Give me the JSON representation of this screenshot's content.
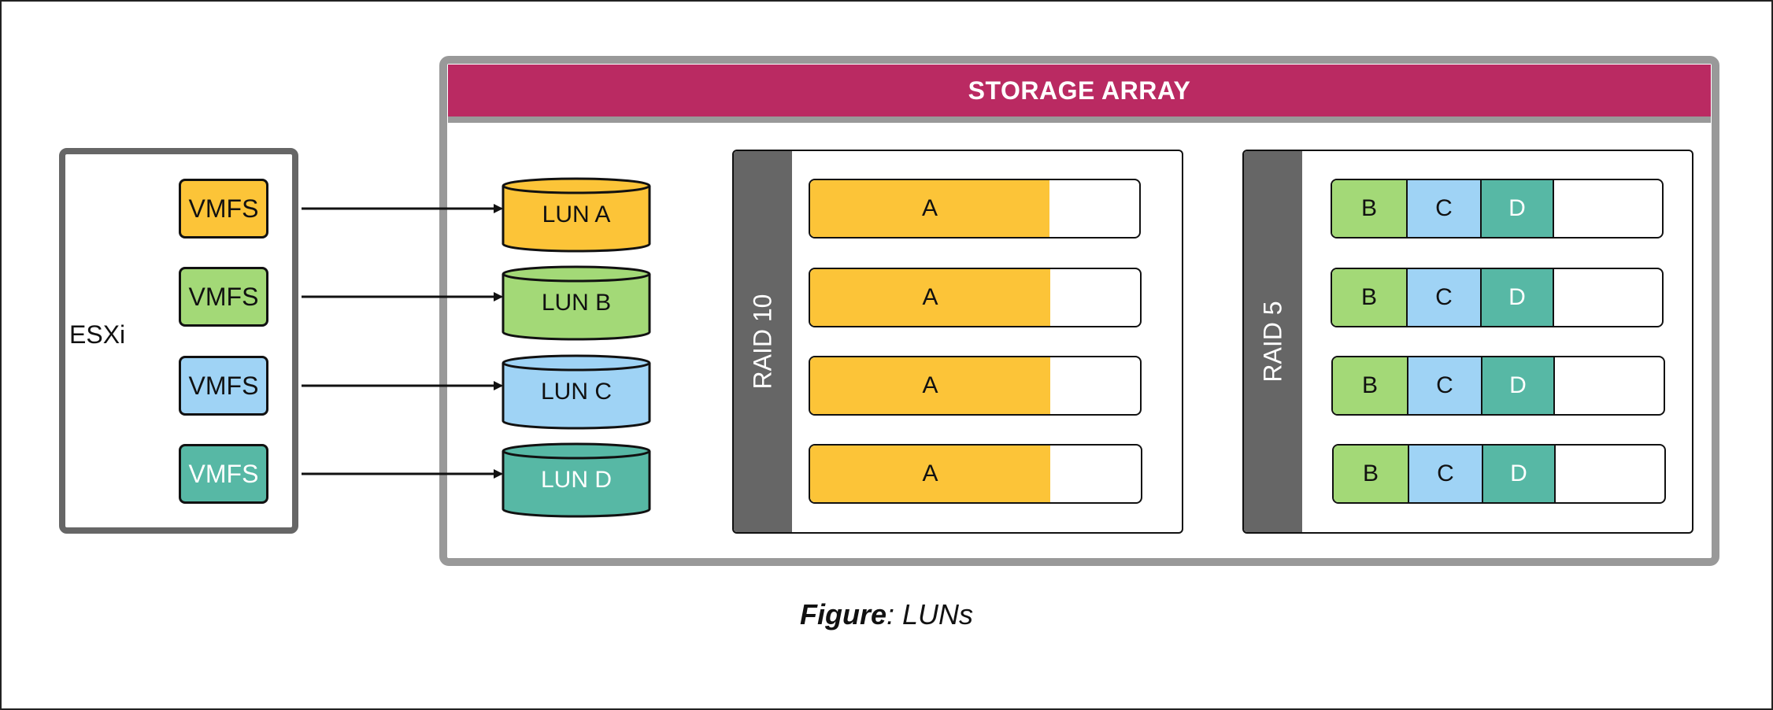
{
  "colors": {
    "yellow": "#FCC438",
    "green": "#A3D977",
    "blue": "#9FD3F5",
    "teal": "#57B8A5",
    "header": "#BA2A62",
    "dark_gray": "#666666",
    "frame_gray": "#999999"
  },
  "esxi": {
    "label": "ESXi",
    "vmfs": [
      {
        "label": "VMFS",
        "color": "#FCC438",
        "text_color": "#111111"
      },
      {
        "label": "VMFS",
        "color": "#A3D977",
        "text_color": "#111111"
      },
      {
        "label": "VMFS",
        "color": "#9FD3F5",
        "text_color": "#111111"
      },
      {
        "label": "VMFS",
        "color": "#57B8A5",
        "text_color": "#FFFFFF"
      }
    ]
  },
  "array": {
    "title": "STORAGE ARRAY",
    "luns": [
      {
        "label": "LUN A",
        "color": "#FCC438",
        "text_color": "#111111"
      },
      {
        "label": "LUN B",
        "color": "#A3D977",
        "text_color": "#111111"
      },
      {
        "label": "LUN C",
        "color": "#9FD3F5",
        "text_color": "#111111"
      },
      {
        "label": "LUN D",
        "color": "#57B8A5",
        "text_color": "#FFFFFF"
      }
    ],
    "raid10": {
      "label": "RAID 10",
      "disks": [
        {
          "segment": "A"
        },
        {
          "segment": "A"
        },
        {
          "segment": "A"
        },
        {
          "segment": "A"
        }
      ]
    },
    "raid5": {
      "label": "RAID 5",
      "disks": [
        {
          "segments": [
            "B",
            "C",
            "D"
          ]
        },
        {
          "segments": [
            "B",
            "C",
            "D"
          ]
        },
        {
          "segments": [
            "B",
            "C",
            "D"
          ]
        },
        {
          "segments": [
            "B",
            "C",
            "D"
          ]
        }
      ]
    }
  },
  "caption": {
    "prefix": "Figure",
    "text": ": LUNs"
  }
}
